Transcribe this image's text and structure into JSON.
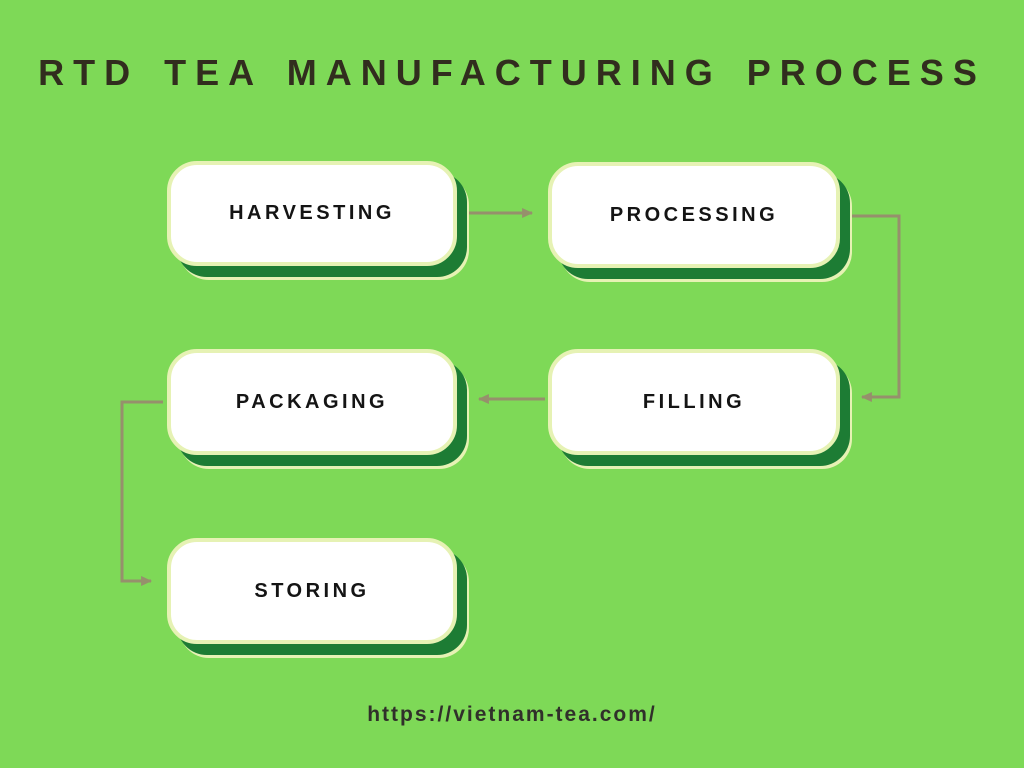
{
  "title": "RTD TEA MANUFACTURING PROCESS",
  "diagram": {
    "type": "flowchart",
    "nodes": [
      {
        "id": "harvesting",
        "label": "HARVESTING"
      },
      {
        "id": "processing",
        "label": "PROCESSING"
      },
      {
        "id": "filling",
        "label": "FILLING"
      },
      {
        "id": "packaging",
        "label": "PACKAGING"
      },
      {
        "id": "storing",
        "label": "STORING"
      }
    ],
    "edges": [
      {
        "from": "harvesting",
        "to": "processing"
      },
      {
        "from": "processing",
        "to": "filling"
      },
      {
        "from": "filling",
        "to": "packaging"
      },
      {
        "from": "packaging",
        "to": "storing"
      }
    ]
  },
  "footer": {
    "url": "https://vietnam-tea.com/"
  },
  "colors": {
    "background": "#7ed957",
    "box_fill": "#ffffff",
    "box_border": "#e6f2b4",
    "box_shadow": "#1d7c34",
    "arrow": "#96906c",
    "title_text": "#312d1e",
    "box_text": "#141414",
    "footer_text": "#30302a"
  }
}
